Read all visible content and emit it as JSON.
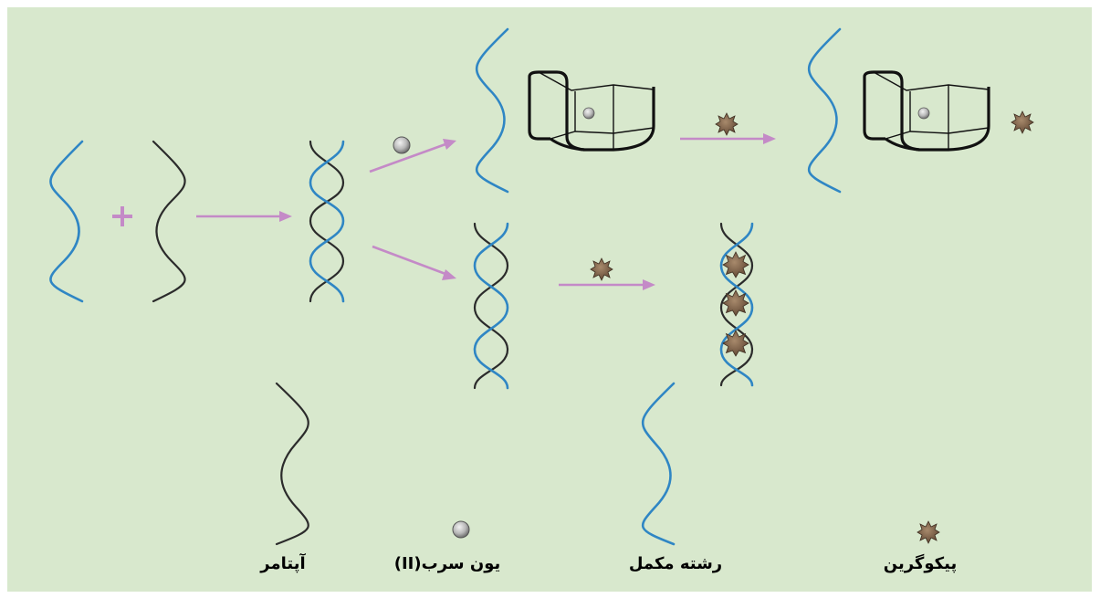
{
  "legend": {
    "aptamer": "آپتامر",
    "lead_ion": "یون سرب(II)",
    "complementary_strand": "رشته مکمل",
    "picogreen": "پیکوگرین"
  },
  "colors": {
    "background": "#d8e8cd",
    "blue_strand": "#2f86c4",
    "dark_strand": "#2b2b2b",
    "arrow": "#c48ac7",
    "picogreen": "#7a5a40",
    "lead_ion": "#b8b8b8"
  }
}
